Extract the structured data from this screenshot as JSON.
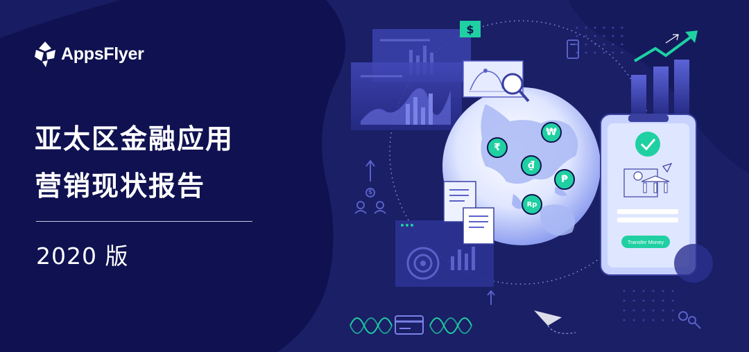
{
  "brand": {
    "name": "AppsFlyer",
    "logo_icon": "appsflyer-bird-logo"
  },
  "title": {
    "line1": "亚太区金融应用",
    "line2": "营销现状报告"
  },
  "edition": "2020 版",
  "phone": {
    "button_label": "Transfer Money",
    "check_icon": "checkmark-icon",
    "bank_icon": "bank-icon"
  },
  "currency_badges": [
    "₩",
    "₹",
    "₫",
    "₱",
    "Rp"
  ],
  "icons": {
    "dollar_tag": "$",
    "coin": "$"
  },
  "colors": {
    "background": "#0f1150",
    "blob": "#1a1f66",
    "accent_green": "#1fd0a2",
    "globe_light": "#dfe6ff",
    "globe_land": "#a9b8f5"
  }
}
